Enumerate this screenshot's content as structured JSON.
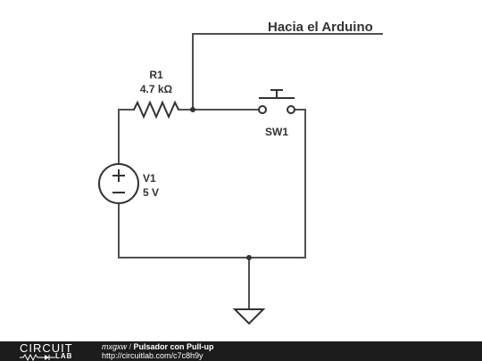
{
  "schematic": {
    "net_label": "Hacia el Arduino",
    "resistor": {
      "name": "R1",
      "value": "4.7 kΩ"
    },
    "source": {
      "name": "V1",
      "value": "5 V"
    },
    "switch": {
      "name": "SW1"
    }
  },
  "footer": {
    "logo_top": "CIRCUIT",
    "logo_bottom": "LAB",
    "user": "mxgxw",
    "separator": " / ",
    "title": "Pulsador con Pull-up",
    "url": "http://circuitlab.com/c7c8h9y"
  }
}
